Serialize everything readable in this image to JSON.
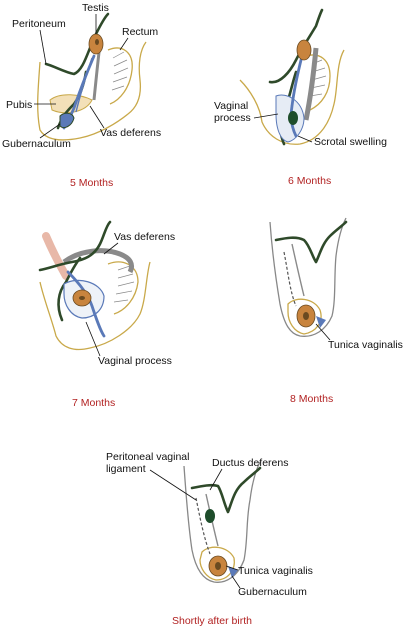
{
  "colors": {
    "caption": "#b22222",
    "peritoneum": "#2f4a2a",
    "body_outline": "#c9a94a",
    "vas_blue": "#5a79b8",
    "gray_band": "#8a8a8a",
    "testis_fill": "#c8843e",
    "testis_dot": "#1e4d2b",
    "pink_band": "#e8b8a8"
  },
  "panels": {
    "p5": {
      "caption": "5 Months",
      "labels": {
        "peritoneum": "Peritoneum",
        "testis": "Testis",
        "rectum": "Rectum",
        "pubis": "Pubis",
        "vas_deferens": "Vas deferens",
        "gubernaculum": "Gubernaculum"
      }
    },
    "p6": {
      "caption": "6 Months",
      "labels": {
        "vaginal_process_1": "Vaginal",
        "vaginal_process_2": "process",
        "scrotal_swelling": "Scrotal swelling"
      }
    },
    "p7": {
      "caption": "7 Months",
      "labels": {
        "vas_deferens": "Vas deferens",
        "vaginal_process": "Vaginal process"
      }
    },
    "p8": {
      "caption": "8 Months",
      "labels": {
        "tunica_vaginalis": "Tunica vaginalis"
      }
    },
    "pbirth": {
      "caption": "Shortly after birth",
      "labels": {
        "peritoneal_vaginal_ligament_1": "Peritoneal vaginal",
        "peritoneal_vaginal_ligament_2": "ligament",
        "ductus_deferens": "Ductus deferens",
        "tunica_vaginalis": "Tunica vaginalis",
        "gubernaculum": "Gubernaculum"
      }
    }
  }
}
